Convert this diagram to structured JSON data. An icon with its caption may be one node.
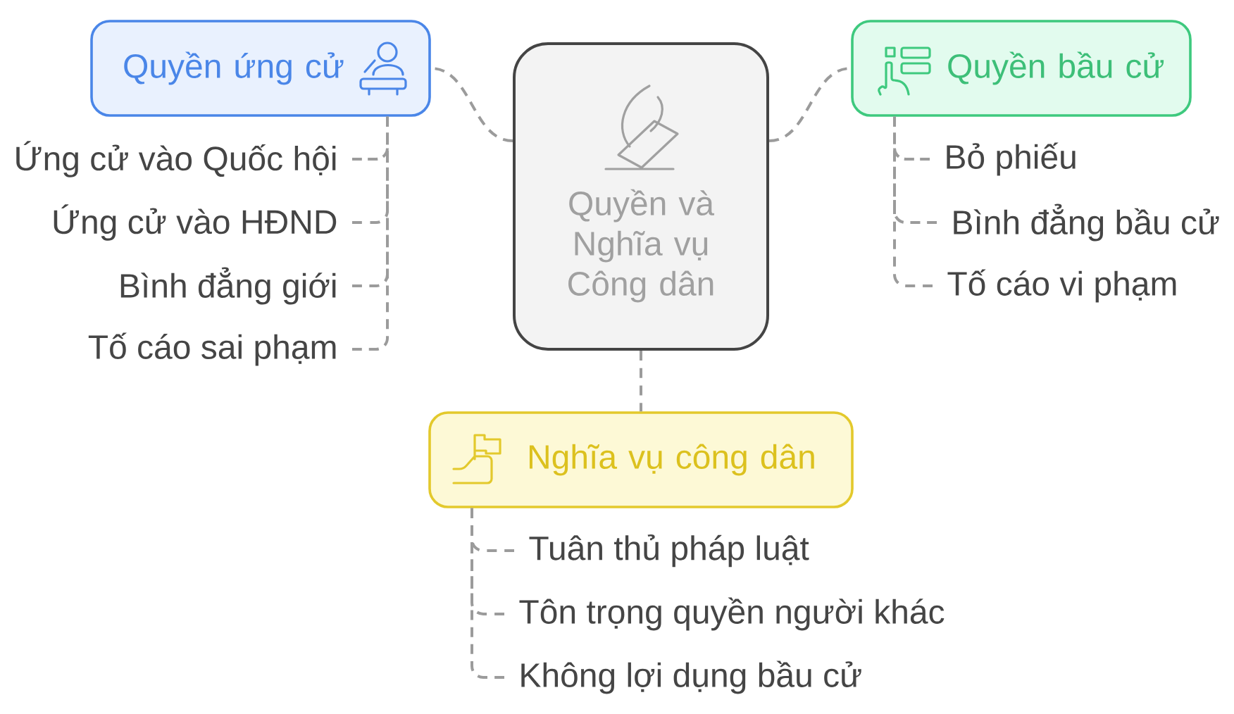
{
  "diagram": {
    "nodes": [
      {
        "text": [
          "Quyền và Nghĩa vụ Công dân"
        ]
      },
      {
        "text": [
          "Quyền ứng cử"
        ]
      },
      {
        "text": [
          "Ứng cử vào Quốc hội"
        ]
      },
      {
        "text": [
          "Ứng cử vào HĐND"
        ]
      },
      {
        "text": [
          "Bình đẳng giới"
        ]
      },
      {
        "text": [
          "Tố cáo sai phạm"
        ]
      },
      {
        "text": [
          "Quyền bầu cử"
        ]
      },
      {
        "text": [
          "Bỏ phiếu"
        ]
      },
      {
        "text": [
          "Bình đẳng bầu cử"
        ]
      },
      {
        "text": [
          "Tố cáo vi phạm"
        ]
      },
      {
        "text": [
          "Nghĩa vụ công dân"
        ]
      },
      {
        "text": [
          "Tuân thủ pháp luật"
        ]
      },
      {
        "text": [
          "Tôn trọng quyền người khác"
        ]
      },
      {
        "text": [
          "Không lợi dụng bầu cử"
        ]
      }
    ],
    "edges": [
      {
        "from": 0,
        "to": 1,
        "arrow": "none",
        "style": "dashed"
      },
      {
        "from": 1,
        "to": 2,
        "arrow": "none",
        "style": "dashed"
      },
      {
        "from": 1,
        "to": 3,
        "arrow": "none",
        "style": "dashed"
      },
      {
        "from": 1,
        "to": 4,
        "arrow": "none",
        "style": "dashed"
      },
      {
        "from": 1,
        "to": 5,
        "arrow": "none",
        "style": "dashed"
      },
      {
        "from": 0,
        "to": 6,
        "arrow": "none",
        "style": "dashed"
      },
      {
        "from": 6,
        "to": 7,
        "arrow": "none",
        "style": "dashed"
      },
      {
        "from": 6,
        "to": 8,
        "arrow": "none",
        "style": "dashed"
      },
      {
        "from": 6,
        "to": 9,
        "arrow": "none",
        "style": "dashed"
      },
      {
        "from": 0,
        "to": 10,
        "arrow": "none",
        "style": "dashed"
      },
      {
        "from": 10,
        "to": 11,
        "arrow": "none",
        "style": "dashed"
      },
      {
        "from": 10,
        "to": 12,
        "arrow": "none",
        "style": "dashed"
      },
      {
        "from": 10,
        "to": 13,
        "arrow": "none",
        "style": "dashed"
      }
    ]
  }
}
